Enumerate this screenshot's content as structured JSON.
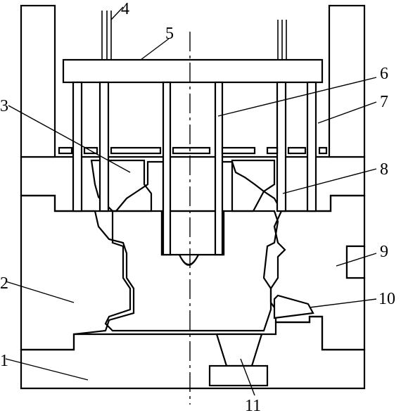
{
  "labels": [
    {
      "key": "1",
      "text": "1"
    },
    {
      "key": "2",
      "text": "2"
    },
    {
      "key": "3",
      "text": "3"
    },
    {
      "key": "4",
      "text": "4"
    },
    {
      "key": "5",
      "text": "5"
    },
    {
      "key": "6",
      "text": "6"
    },
    {
      "key": "7",
      "text": "7"
    },
    {
      "key": "8",
      "text": "8"
    },
    {
      "key": "9",
      "text": "9"
    },
    {
      "key": "10",
      "text": "10"
    },
    {
      "key": "11",
      "text": "11"
    }
  ],
  "colors": {
    "line": "#000000",
    "background": "#ffffff"
  }
}
